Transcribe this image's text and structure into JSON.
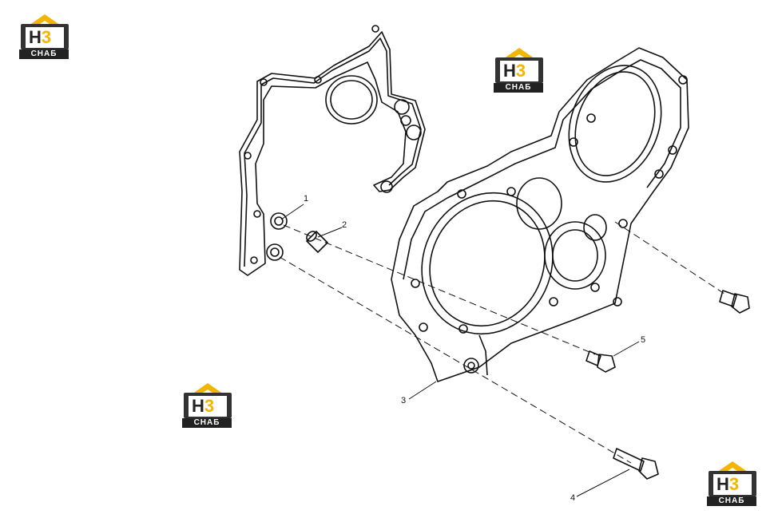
{
  "logo": {
    "letter_h": "H",
    "letter_3": "3",
    "strip": "СНАБ",
    "brand_color": "#f2b600"
  },
  "callouts": [
    "1",
    "2",
    "3",
    "4",
    "5"
  ]
}
